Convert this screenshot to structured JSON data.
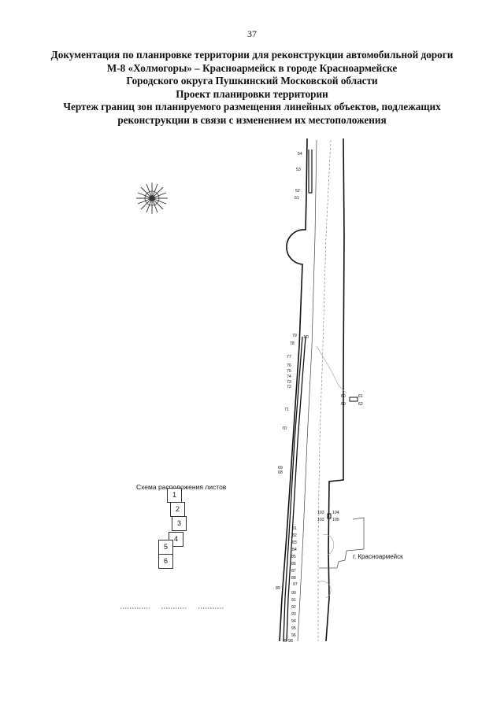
{
  "page_number": "37",
  "title_lines": [
    "Документация по планировке территории для реконструкции автомобильной дороги",
    "М-8 «Холмогоры» – Красноармейск в городе Красноармейске",
    "Городского округа Пушкинский Московской области",
    "Проект планировки территории",
    "Чертеж границ зон планируемого размещения линейных объектов, подлежащих",
    "реконструкции в связи с изменением их местоположения"
  ],
  "sheet_scheme": {
    "caption": "Схема расположения листов",
    "sheets": [
      "1",
      "2",
      "3",
      "4",
      "5",
      "6"
    ]
  },
  "map": {
    "city_label": "г. Красноармейск",
    "point_labels": [
      "54",
      "53",
      "52",
      "51",
      "79",
      "80",
      "78",
      "77",
      "76",
      "75",
      "74",
      "73",
      "72",
      "71",
      "70",
      "69",
      "68",
      "60",
      "61",
      "59",
      "62",
      "103",
      "104",
      "102",
      "105",
      "81",
      "82",
      "83",
      "84",
      "85",
      "86",
      "87",
      "88",
      "89",
      "90",
      "91",
      "92",
      "93",
      "94",
      "95",
      "96",
      "97",
      "98",
      "99"
    ]
  }
}
